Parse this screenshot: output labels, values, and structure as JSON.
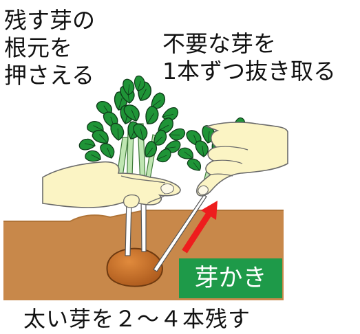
{
  "captions": {
    "hold_base": [
      "残す芽の",
      "根元を",
      "押さえる"
    ],
    "remove_sprouts": [
      "不要な芽を",
      "1本ずつ抜き取る"
    ],
    "keep_sprouts": "太い芽を２～４本残す"
  },
  "action_label": "芽かき",
  "colors": {
    "soil": "#c8884a",
    "hand": "#fbf4c4",
    "leaf": "#1f9437",
    "stem": "#bfe6b2",
    "seed_potato": "#c36a23",
    "arrow": "#ee1d1d",
    "label_bg": "#1e9a49",
    "label_text": "#ffffff"
  }
}
